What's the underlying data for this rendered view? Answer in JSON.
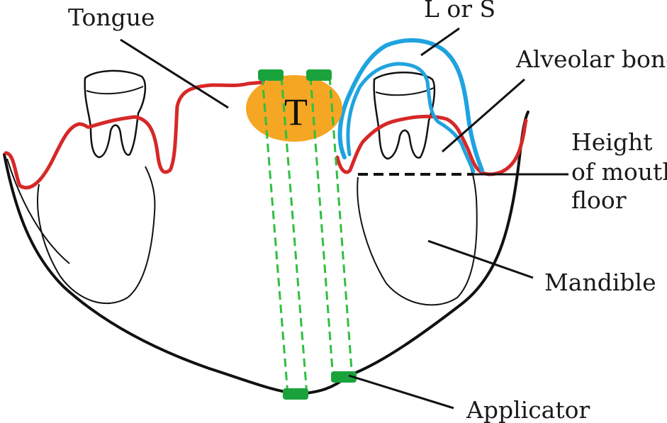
{
  "labels": {
    "tongue": "Tongue",
    "lors": "L or S",
    "alveolar": "Alveolar bone",
    "height1": "Height",
    "height2": "of mouth",
    "height3": "floor",
    "mandible": "Mandible",
    "applicator": "Applicator",
    "tumor": "T"
  },
  "colors": {
    "soft_tissue": "#d62828",
    "lesion_outline": "#1fa3e0",
    "tumor": "#f5a623",
    "applicator": "#1aa33c",
    "applicator_dash": "#2fbf3f",
    "outline": "#111111"
  }
}
